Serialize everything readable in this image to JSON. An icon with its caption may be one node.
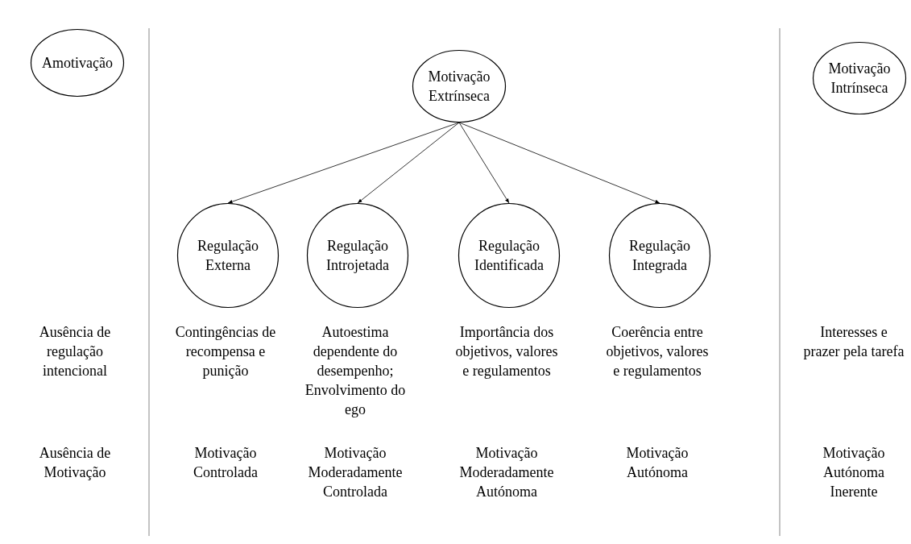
{
  "diagram": {
    "nodes": [
      {
        "text": [
          "Amotivação"
        ]
      },
      {
        "text": [
          "Motivação Extrínseca"
        ]
      },
      {
        "text": [
          "Motivação Intrínseca"
        ]
      },
      {
        "text": [
          "Regulação Externa"
        ]
      },
      {
        "text": [
          "Regulação Introjetada"
        ]
      },
      {
        "text": [
          "Regulação Identificada"
        ]
      },
      {
        "text": [
          "Regulação Integrada"
        ]
      }
    ],
    "edges": [
      {
        "from": 1,
        "to": 3,
        "arrow": "to"
      },
      {
        "from": 1,
        "to": 4,
        "arrow": "to"
      },
      {
        "from": 1,
        "to": 5,
        "arrow": "to"
      },
      {
        "from": 1,
        "to": 6,
        "arrow": "to"
      }
    ],
    "labels": [
      "Ausência de regulação intencional",
      "Contingências de recompensa e punição",
      "Autoestima dependente do desempenho; Envolvimento do ego",
      "Importância dos objetivos, valores e regulamentos",
      "Coerência entre objetivos, valores e regulamentos",
      "Interesses e prazer pela tarefa",
      "Ausência de Motivação",
      "Motivação Controlada",
      "Motivação Moderadamente Controlada",
      "Motivação Moderadamente Autónoma",
      "Motivação Autónoma",
      "Motivação Autónoma Inerente"
    ]
  }
}
